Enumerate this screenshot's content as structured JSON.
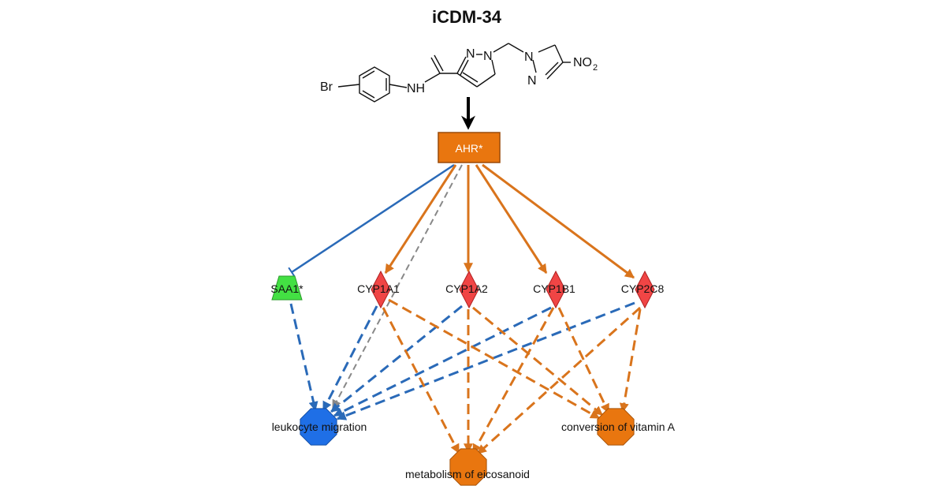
{
  "title": "iCDM-34",
  "molecule": {
    "labels": {
      "bromo": "Br",
      "amide_nh": "NH",
      "n1": "N",
      "n2": "N",
      "n3": "N",
      "n4": "N",
      "nitro_main": "NO",
      "nitro_sub": "2"
    }
  },
  "network": {
    "colors": {
      "activation": "#d9741c",
      "inhibition": "#2a6ab8",
      "unknown": "#888888",
      "upregulated": "#f04545",
      "downregulated": "#43e043",
      "predicted_activation": "#e9760f",
      "predicted_inhibition": "#1f6fe6"
    },
    "nodes": [
      {
        "id": "AHR",
        "label": "AHR*",
        "shape": "rectangle",
        "state": "predicted_activation"
      },
      {
        "id": "SAA1",
        "label": "SAA1*",
        "shape": "trapezoid",
        "state": "downregulated"
      },
      {
        "id": "CYP1A1",
        "label": "CYP1A1",
        "shape": "diamond",
        "state": "upregulated"
      },
      {
        "id": "CYP1A2",
        "label": "CYP1A2",
        "shape": "diamond",
        "state": "upregulated"
      },
      {
        "id": "CYP1B1",
        "label": "CYP1B1",
        "shape": "diamond",
        "state": "upregulated"
      },
      {
        "id": "CYP2C8",
        "label": "CYP2C8",
        "shape": "diamond",
        "state": "upregulated"
      },
      {
        "id": "LM",
        "label": "leukocyte migration",
        "shape": "octagon",
        "state": "predicted_inhibition"
      },
      {
        "id": "ME",
        "label": "metabolism of eicosanoid",
        "shape": "octagon",
        "state": "predicted_activation"
      },
      {
        "id": "CVA",
        "label": "conversion of vitamin A",
        "shape": "octagon",
        "state": "predicted_activation"
      }
    ],
    "edges": [
      {
        "from": "AHR",
        "to": "SAA1",
        "type": "inhibition",
        "style": "solid"
      },
      {
        "from": "AHR",
        "to": "CYP1A1",
        "type": "activation",
        "style": "solid"
      },
      {
        "from": "AHR",
        "to": "CYP1A2",
        "type": "activation",
        "style": "solid"
      },
      {
        "from": "AHR",
        "to": "CYP1B1",
        "type": "activation",
        "style": "solid"
      },
      {
        "from": "AHR",
        "to": "CYP2C8",
        "type": "activation",
        "style": "solid"
      },
      {
        "from": "AHR",
        "to": "LM",
        "type": "unknown",
        "style": "dashed"
      },
      {
        "from": "SAA1",
        "to": "LM",
        "type": "inhibition",
        "style": "dashed"
      },
      {
        "from": "CYP1A1",
        "to": "LM",
        "type": "inhibition",
        "style": "dashed"
      },
      {
        "from": "CYP1A2",
        "to": "LM",
        "type": "inhibition",
        "style": "dashed"
      },
      {
        "from": "CYP1B1",
        "to": "LM",
        "type": "inhibition",
        "style": "dashed"
      },
      {
        "from": "CYP2C8",
        "to": "LM",
        "type": "inhibition",
        "style": "dashed"
      },
      {
        "from": "CYP1A1",
        "to": "ME",
        "type": "activation",
        "style": "dashed"
      },
      {
        "from": "CYP1A2",
        "to": "ME",
        "type": "activation",
        "style": "dashed"
      },
      {
        "from": "CYP1B1",
        "to": "ME",
        "type": "activation",
        "style": "dashed"
      },
      {
        "from": "CYP2C8",
        "to": "ME",
        "type": "activation",
        "style": "dashed"
      },
      {
        "from": "CYP1A1",
        "to": "CVA",
        "type": "activation",
        "style": "dashed"
      },
      {
        "from": "CYP1A2",
        "to": "CVA",
        "type": "activation",
        "style": "dashed"
      },
      {
        "from": "CYP1B1",
        "to": "CVA",
        "type": "activation",
        "style": "dashed"
      },
      {
        "from": "CYP2C8",
        "to": "CVA",
        "type": "activation",
        "style": "dashed"
      }
    ]
  }
}
